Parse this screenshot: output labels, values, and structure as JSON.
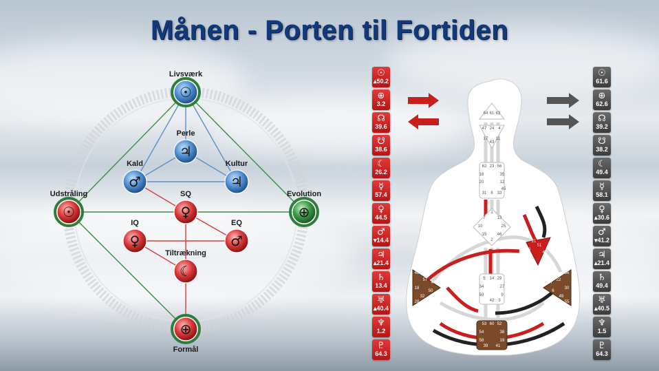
{
  "title": "Månen - Porten til Fortiden",
  "colors": {
    "red": "#c81e1e",
    "blue": "#3b7fc4",
    "green": "#2f7d3a",
    "grey": "#4a4a4a",
    "title": "#123a7a"
  },
  "nodes": [
    {
      "id": "livsvaerk",
      "label": "Livsværk",
      "symbol": "☉",
      "fill": "blue",
      "ring": "green"
    },
    {
      "id": "perle",
      "label": "Perle",
      "symbol": "♃",
      "fill": "blue",
      "ring": "none"
    },
    {
      "id": "kald",
      "label": "Kald",
      "symbol": "♂",
      "fill": "blue",
      "ring": "none"
    },
    {
      "id": "kultur",
      "label": "Kultur",
      "symbol": "♃",
      "fill": "blue",
      "ring": "none"
    },
    {
      "id": "udstraling",
      "label": "Udstråling",
      "symbol": "☉",
      "fill": "red",
      "ring": "green"
    },
    {
      "id": "sq",
      "label": "SQ",
      "symbol": "♀",
      "fill": "red",
      "ring": "none"
    },
    {
      "id": "evolution",
      "label": "Evolution",
      "symbol": "⊕",
      "fill": "green",
      "ring": "green"
    },
    {
      "id": "iq",
      "label": "IQ",
      "symbol": "♀",
      "fill": "red",
      "ring": "none"
    },
    {
      "id": "eq",
      "label": "EQ",
      "symbol": "♂",
      "fill": "red",
      "ring": "none"
    },
    {
      "id": "tiltraekning",
      "label": "Tiltrækning",
      "symbol": "☾",
      "fill": "red",
      "ring": "none"
    },
    {
      "id": "formal",
      "label": "Formål",
      "symbol": "⊕",
      "fill": "red",
      "ring": "green"
    }
  ],
  "design_column": [
    {
      "symbol": "☉",
      "value": "▴50.2"
    },
    {
      "symbol": "⊕",
      "value": "3.2"
    },
    {
      "symbol": "☊",
      "value": "39.6"
    },
    {
      "symbol": "☋",
      "value": "38.6"
    },
    {
      "symbol": "☾",
      "value": "26.2"
    },
    {
      "symbol": "☿",
      "value": "57.4"
    },
    {
      "symbol": "♀",
      "value": "44.5"
    },
    {
      "symbol": "♂",
      "value": "▾14.4"
    },
    {
      "symbol": "♃",
      "value": "▴21.4"
    },
    {
      "symbol": "♄",
      "value": "13.4"
    },
    {
      "symbol": "♅",
      "value": "▴40.4"
    },
    {
      "symbol": "♆",
      "value": "1.2"
    },
    {
      "symbol": "♇",
      "value": "64.3"
    }
  ],
  "personality_column": [
    {
      "symbol": "☉",
      "value": "61.6"
    },
    {
      "symbol": "⊕",
      "value": "62.6"
    },
    {
      "symbol": "☊",
      "value": "39.2"
    },
    {
      "symbol": "☋",
      "value": "38.2"
    },
    {
      "symbol": "☾",
      "value": "49.4"
    },
    {
      "symbol": "☿",
      "value": "58.1"
    },
    {
      "symbol": "♀",
      "value": "▴30.6"
    },
    {
      "symbol": "♂",
      "value": "▾41.2"
    },
    {
      "symbol": "♃",
      "value": "▴21.4"
    },
    {
      "symbol": "♄",
      "value": "49.4"
    },
    {
      "symbol": "♅",
      "value": "▴40.5"
    },
    {
      "symbol": "♆",
      "value": "1.5"
    },
    {
      "symbol": "♇",
      "value": "64.3"
    }
  ],
  "bodygraph": {
    "head_gates": [
      "64",
      "61",
      "63"
    ],
    "ajna_gates": [
      "47",
      "24",
      "4",
      "17",
      "43",
      "11"
    ],
    "throat_gates": [
      "62",
      "23",
      "56",
      "16",
      "35",
      "20",
      "12",
      "31",
      "8",
      "33",
      "45"
    ],
    "g_gates": [
      "7",
      "1",
      "13",
      "10",
      "25",
      "15",
      "2",
      "46"
    ],
    "heart_gates": [
      "21",
      "26",
      "51",
      "40"
    ],
    "sacral_gates": [
      "5",
      "14",
      "29",
      "34",
      "27",
      "59",
      "42",
      "3",
      "9"
    ],
    "spleen_gates": [
      "48",
      "57",
      "44",
      "50",
      "32",
      "28",
      "18"
    ],
    "solar_gates": [
      "36",
      "22",
      "37",
      "6",
      "49",
      "55",
      "30"
    ],
    "root_gates": [
      "53",
      "60",
      "52",
      "54",
      "38",
      "58",
      "19",
      "39",
      "41"
    ]
  }
}
